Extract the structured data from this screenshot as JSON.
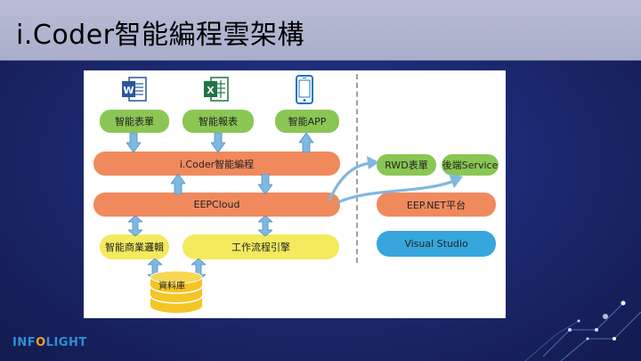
{
  "title": "i.Coder智能編程雲架構",
  "nodes": {
    "smart_form": "智能表單",
    "smart_report": "智能報表",
    "smart_app": "智能APP",
    "icoder": "i.Coder智能編程",
    "eepcloud": "EEPCloud",
    "smart_business_logic": "智能商業邏輯",
    "workflow_engine": "工作流程引擎",
    "database": "資料庫",
    "rwd_form": "RWD表單",
    "backend_service": "後端Service",
    "eepnet": "EEP.NET平台",
    "visual_studio": "Visual Studio"
  },
  "icons": [
    "word-icon",
    "excel-icon",
    "phone-icon",
    "database-icon"
  ],
  "colors": {
    "green": "#8ac653",
    "orange": "#f08a5d",
    "yellow": "#f4ea5e",
    "blue": "#36a6dd",
    "arrow": "#7fb8e0"
  },
  "logo": {
    "left": "INF",
    "middle": "O",
    "right": "LIGHT"
  }
}
